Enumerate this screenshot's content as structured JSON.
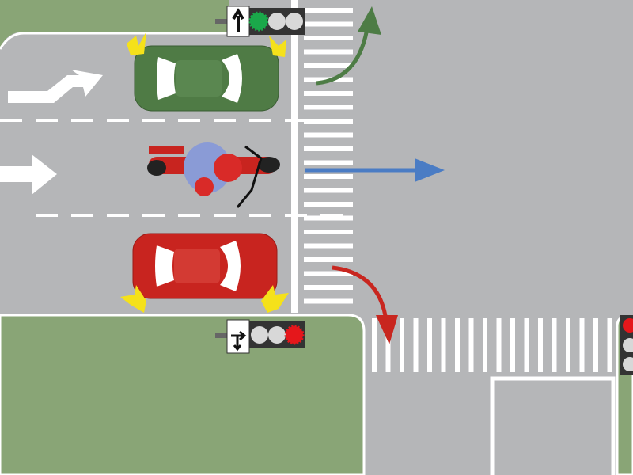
{
  "scene": {
    "colors": {
      "road": "#b5b6b8",
      "grass": "#89a576",
      "marking": "#ffffff",
      "green_car": "#4f7b45",
      "red_car": "#c8241f",
      "blinker": "#f5e11a",
      "signal_green": "#1aa84a",
      "signal_red": "#e5171b",
      "arrow_green": "#4d7c45",
      "arrow_blue": "#4a7cc4",
      "arrow_red": "#c8261f",
      "rider": "#8a9bd6"
    },
    "vehicles": [
      {
        "type": "car",
        "color": "green",
        "indicator": "right-turn-hazard"
      },
      {
        "type": "motorcycle",
        "color": "red",
        "direction": "straight"
      },
      {
        "type": "car",
        "color": "red",
        "indicator": "hazard"
      }
    ],
    "traffic_lights": [
      {
        "position": "top",
        "arrow_sign": "arrow-up-icon",
        "lit": "green"
      },
      {
        "position": "bottom",
        "arrow_sign": "arrow-right-down-icon",
        "lit": "red"
      },
      {
        "position": "right",
        "lit": "red"
      }
    ],
    "paths": [
      {
        "color": "green",
        "direction": "left"
      },
      {
        "color": "blue",
        "direction": "straight"
      },
      {
        "color": "red",
        "direction": "right"
      }
    ]
  }
}
